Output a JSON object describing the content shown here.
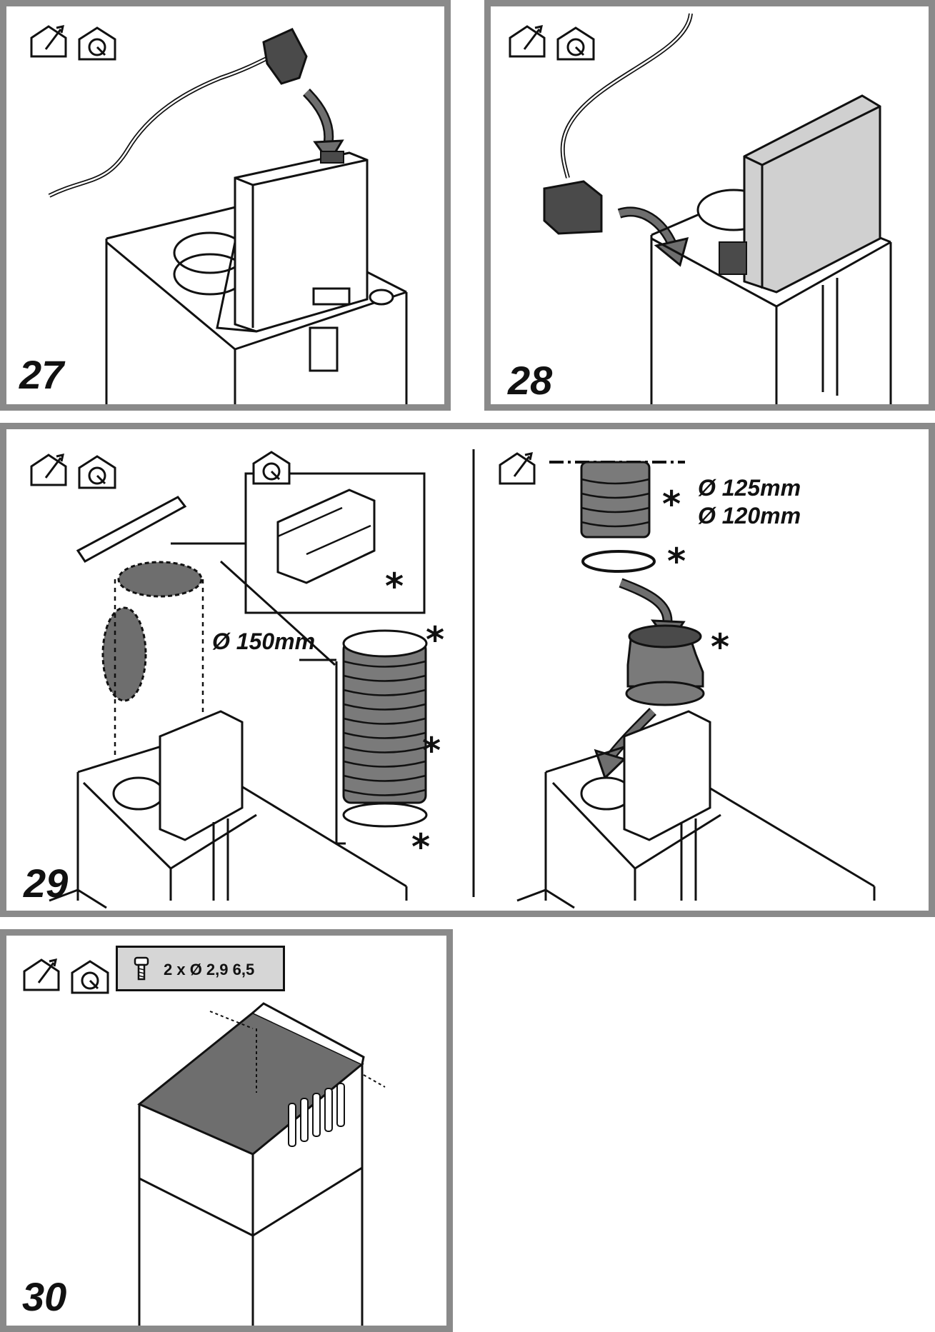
{
  "steps": [
    {
      "number": "27",
      "icons": [
        "ducted-exhaust-icon",
        "recirculation-icon"
      ]
    },
    {
      "number": "28",
      "icons": [
        "ducted-exhaust-icon",
        "recirculation-icon"
      ]
    },
    {
      "number": "29",
      "icons": [
        "ducted-exhaust-icon",
        "recirculation-icon"
      ]
    },
    {
      "number": "30",
      "icons": [
        "ducted-exhaust-icon",
        "recirculation-icon"
      ]
    }
  ],
  "step29": {
    "duct_diameter_left": "Ø 150mm",
    "duct_diameter_right_1": "Ø 125mm",
    "duct_diameter_right_2": "Ø 120mm",
    "optional_mark": "*"
  },
  "step30": {
    "screw_spec": "2 x  Ø 2,9 6,5"
  },
  "colors": {
    "panel_border": "#8a8a8a",
    "shaded_part": "#6e6e6e",
    "screw_box_fill": "#d6d6d6"
  }
}
